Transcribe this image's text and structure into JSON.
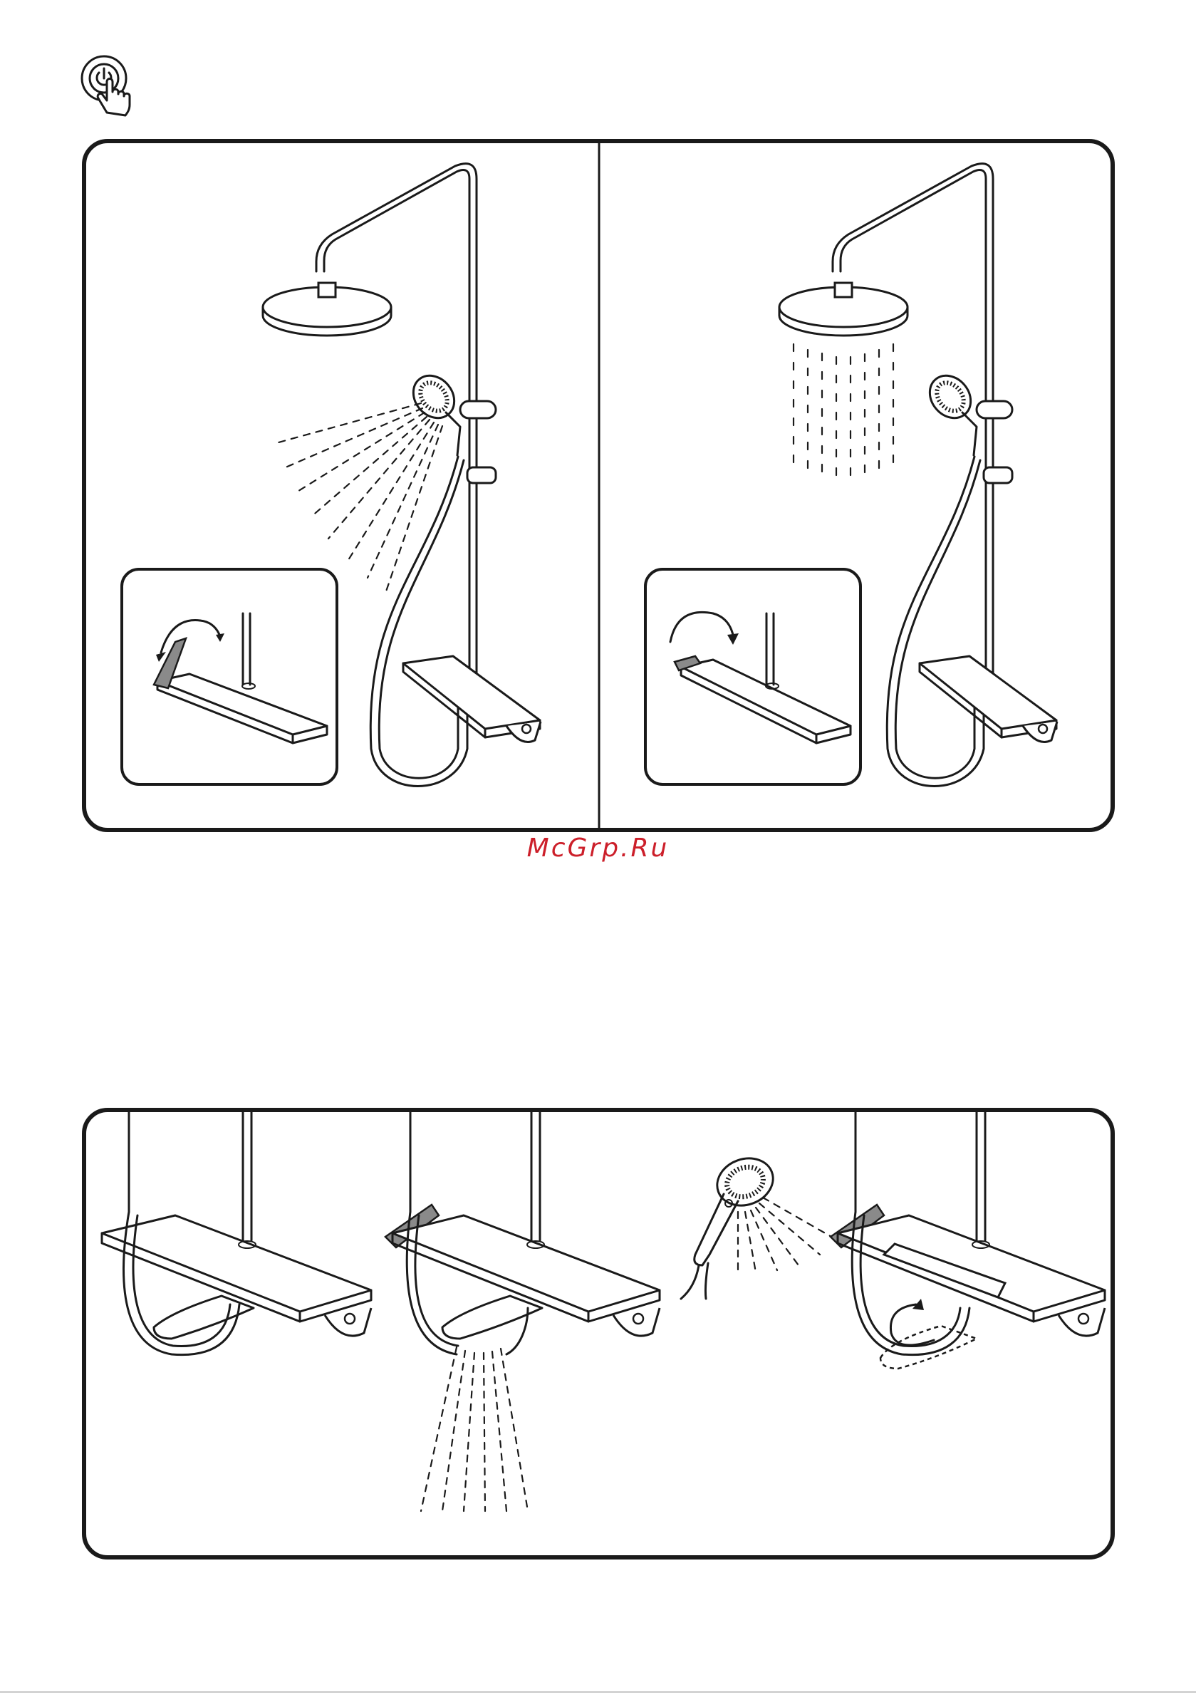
{
  "header": {
    "icon": "touch-button-icon"
  },
  "watermark": {
    "text": "McGrp.Ru",
    "color": "#cc1f2a"
  },
  "colors": {
    "line": "#1a1a1a",
    "handle_fill": "#8a8a8a",
    "background": "#ffffff"
  },
  "panels": [
    {
      "name": "panel-top",
      "scenes": [
        "handshower-on",
        "overhead-shower-on"
      ]
    },
    {
      "name": "panel-bottom",
      "scenes": [
        "shelf-neutral",
        "spout-on",
        "handshower-on-spout-folded"
      ]
    }
  ]
}
